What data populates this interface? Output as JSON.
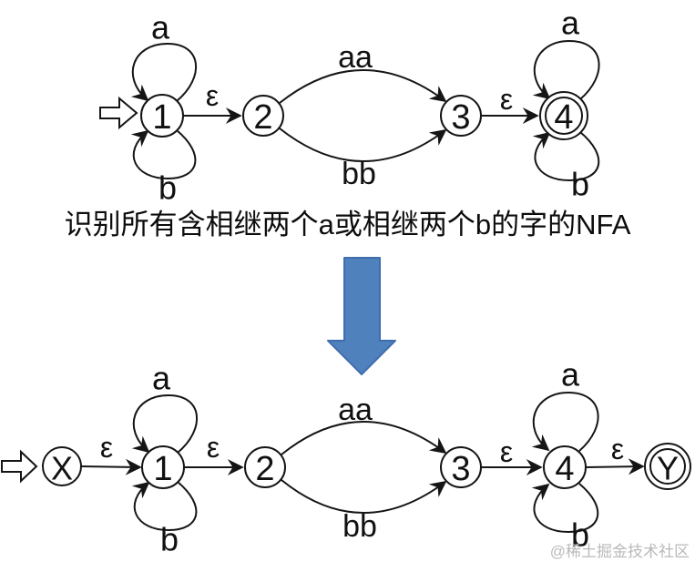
{
  "caption": "识别所有含相继两个a或相继两个b的字的NFA",
  "watermark": "@稀土掘金技术社区",
  "colors": {
    "line": "#151515",
    "state_fill": "#ffffff",
    "transform_arrow_fill": "#4f81bd",
    "transform_arrow_stroke": "#3f6dae",
    "watermark_text": "#b9b9b9"
  },
  "top_nfa": {
    "type": "nfa-diagram",
    "description": "NFA before transformation",
    "states": [
      {
        "label": "1",
        "start": true,
        "accepting": false
      },
      {
        "label": "2",
        "start": false,
        "accepting": false
      },
      {
        "label": "3",
        "start": false,
        "accepting": false
      },
      {
        "label": "4",
        "start": false,
        "accepting": true
      }
    ],
    "transitions": [
      {
        "from": "1",
        "to": "1",
        "label": "a",
        "shape": "top-loop"
      },
      {
        "from": "1",
        "to": "1",
        "label": "b",
        "shape": "bottom-loop"
      },
      {
        "from": "1",
        "to": "2",
        "label": "ε",
        "shape": "straight"
      },
      {
        "from": "2",
        "to": "3",
        "label": "aa",
        "shape": "upper-curve"
      },
      {
        "from": "2",
        "to": "3",
        "label": "bb",
        "shape": "lower-curve"
      },
      {
        "from": "3",
        "to": "4",
        "label": "ε",
        "shape": "straight"
      },
      {
        "from": "4",
        "to": "4",
        "label": "a",
        "shape": "top-loop"
      },
      {
        "from": "4",
        "to": "4",
        "label": "b",
        "shape": "bottom-loop"
      }
    ]
  },
  "bottom_nfa": {
    "type": "nfa-diagram",
    "description": "NFA after adding unique start state X and accept state Y",
    "states": [
      {
        "label": "X",
        "start": true,
        "accepting": false
      },
      {
        "label": "1",
        "start": false,
        "accepting": false
      },
      {
        "label": "2",
        "start": false,
        "accepting": false
      },
      {
        "label": "3",
        "start": false,
        "accepting": false
      },
      {
        "label": "4",
        "start": false,
        "accepting": false
      },
      {
        "label": "Y",
        "start": false,
        "accepting": true
      }
    ],
    "transitions": [
      {
        "from": "X",
        "to": "1",
        "label": "ε",
        "shape": "straight"
      },
      {
        "from": "1",
        "to": "1",
        "label": "a",
        "shape": "top-loop"
      },
      {
        "from": "1",
        "to": "1",
        "label": "b",
        "shape": "bottom-loop"
      },
      {
        "from": "1",
        "to": "2",
        "label": "ε",
        "shape": "straight"
      },
      {
        "from": "2",
        "to": "3",
        "label": "aa",
        "shape": "upper-curve"
      },
      {
        "from": "2",
        "to": "3",
        "label": "bb",
        "shape": "lower-curve"
      },
      {
        "from": "3",
        "to": "4",
        "label": "ε",
        "shape": "straight"
      },
      {
        "from": "4",
        "to": "4",
        "label": "a",
        "shape": "top-loop"
      },
      {
        "from": "4",
        "to": "4",
        "label": "b",
        "shape": "bottom-loop"
      },
      {
        "from": "4",
        "to": "Y",
        "label": "ε",
        "shape": "straight"
      }
    ]
  }
}
